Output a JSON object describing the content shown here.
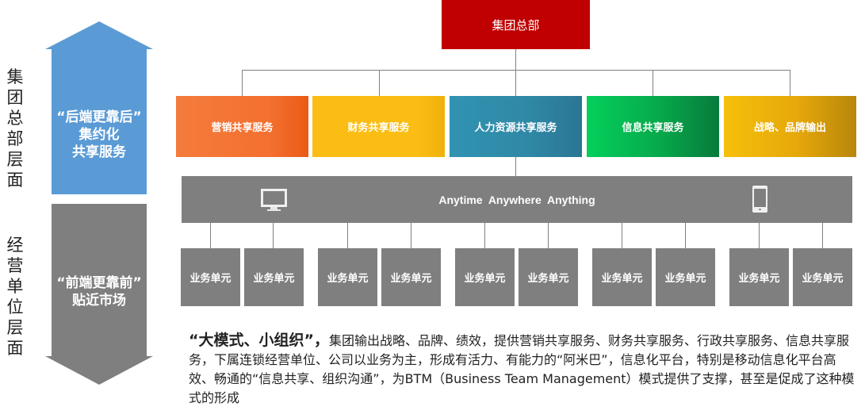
{
  "side_labels": {
    "upper": [
      "集",
      "团",
      "总",
      "部",
      "层",
      "面"
    ],
    "lower": [
      "经",
      "营",
      "单",
      "位",
      "层",
      "面"
    ]
  },
  "arrows": {
    "up": {
      "lines": [
        "“后端更靠后”",
        "集约化",
        "共享服务"
      ],
      "color": "#5b9bd5"
    },
    "down": {
      "lines": [
        "“前端更靠前”",
        "贴近市场"
      ],
      "color": "#7f7f7f"
    }
  },
  "hq": {
    "label": "集团总部",
    "color": "#c00000"
  },
  "services": [
    {
      "label": "营销共享服务",
      "color_from": "#f47b3c",
      "color_to": "#ea5b14"
    },
    {
      "label": "财务共享服务",
      "color_from": "#fbbd13",
      "color_to": "#efb10a"
    },
    {
      "label": "人力资源共享服务",
      "color_from": "#3193b2",
      "color_to": "#2a7693"
    },
    {
      "label": "信息共享服务",
      "color_from": "#05cf5b",
      "color_to": "#087a3c"
    },
    {
      "label": "战略、品牌输出",
      "color_from": "#f5c00a",
      "color_to": "#b8860b"
    }
  ],
  "band": {
    "label": "Anytime  Anywhere  Anything",
    "left_icon": "monitor-icon",
    "right_icon": "smartphone-icon",
    "color": "#7f7f7f"
  },
  "units": [
    {
      "label": "业务单元"
    },
    {
      "label": "业务单元"
    },
    {
      "label": "业务单元"
    },
    {
      "label": "业务单元"
    },
    {
      "label": "业务单元"
    },
    {
      "label": "业务单元"
    },
    {
      "label": "业务单元"
    },
    {
      "label": "业务单元"
    },
    {
      "label": "业务单元"
    },
    {
      "label": "业务单元"
    }
  ],
  "description": {
    "lead": "“大模式、小组织”，",
    "body": "集团输出战略、品牌、绩效，提供营销共享服务、财务共享服务、行政共享服务、信息共享服务，下属连锁经营单位、公司以业务为主，形成有活力、有能力的“阿米巴”，信息化平台，特别是移动信息化平台高效、畅通的“信息共享、组织沟通”，为BTM（Business Team Management）模式提供了支撑，甚至是促成了这种模式的形成"
  }
}
